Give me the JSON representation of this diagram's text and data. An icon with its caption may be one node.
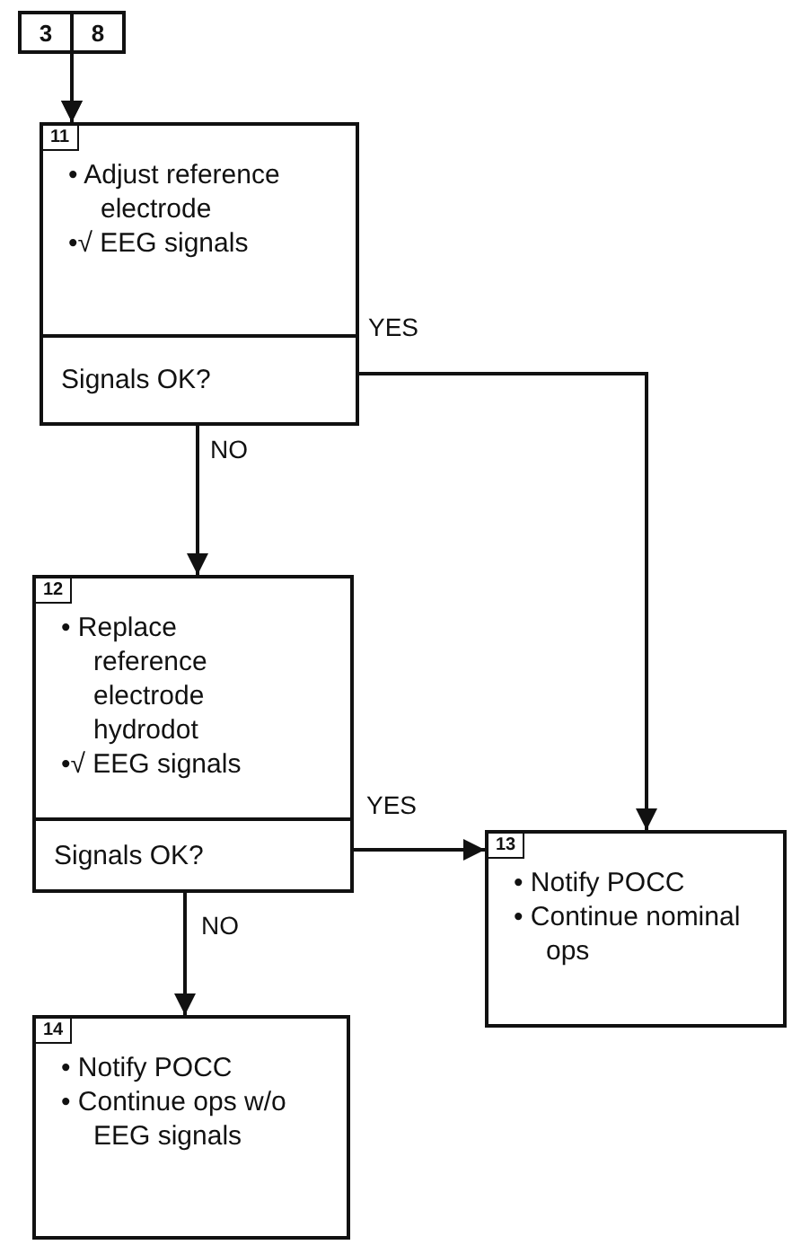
{
  "diagram": {
    "nodes": [
      {
        "text": [
          "3"
        ]
      },
      {
        "text": [
          "8"
        ]
      },
      {
        "text": [
          "11",
          "• Adjust reference electrode",
          "•√ EEG signals",
          "Signals OK?"
        ]
      },
      {
        "text": [
          "12",
          "• Replace reference electrode hydrodot",
          "•√ EEG signals",
          "Signals OK?"
        ]
      },
      {
        "text": [
          "13",
          "• Notify POCC",
          "• Continue nominal ops"
        ]
      },
      {
        "text": [
          "14",
          "• Notify POCC",
          "• Continue ops w/o EEG signals"
        ]
      }
    ],
    "edges": [
      {
        "from": 0,
        "to": 2,
        "arrow": "to"
      },
      {
        "from": 1,
        "to": 2,
        "arrow": "to"
      },
      {
        "from": 2,
        "to": 3,
        "arrow": "to",
        "label": "NO"
      },
      {
        "from": 2,
        "to": 4,
        "arrow": "to",
        "label": "YES"
      },
      {
        "from": 3,
        "to": 4,
        "arrow": "to",
        "label": "YES"
      },
      {
        "from": 3,
        "to": 5,
        "arrow": "to",
        "label": "NO"
      }
    ]
  }
}
